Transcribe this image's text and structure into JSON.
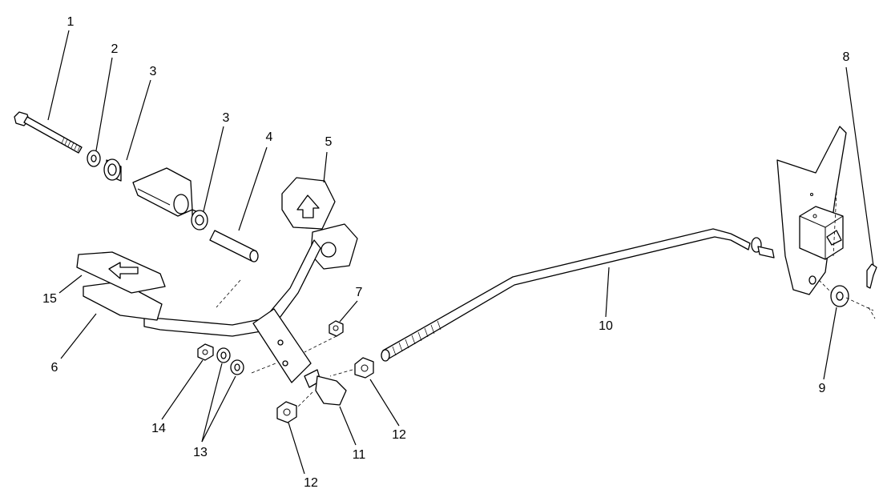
{
  "diagram": {
    "callouts": [
      "1",
      "2",
      "3",
      "3",
      "4",
      "5",
      "6",
      "7",
      "8",
      "9",
      "10",
      "11",
      "12",
      "12",
      "13",
      "14",
      "15"
    ]
  },
  "colors": {
    "line": "#000000",
    "background": "#ffffff"
  },
  "icons": [
    "up-arrow-icon",
    "left-arrow-icon"
  ]
}
